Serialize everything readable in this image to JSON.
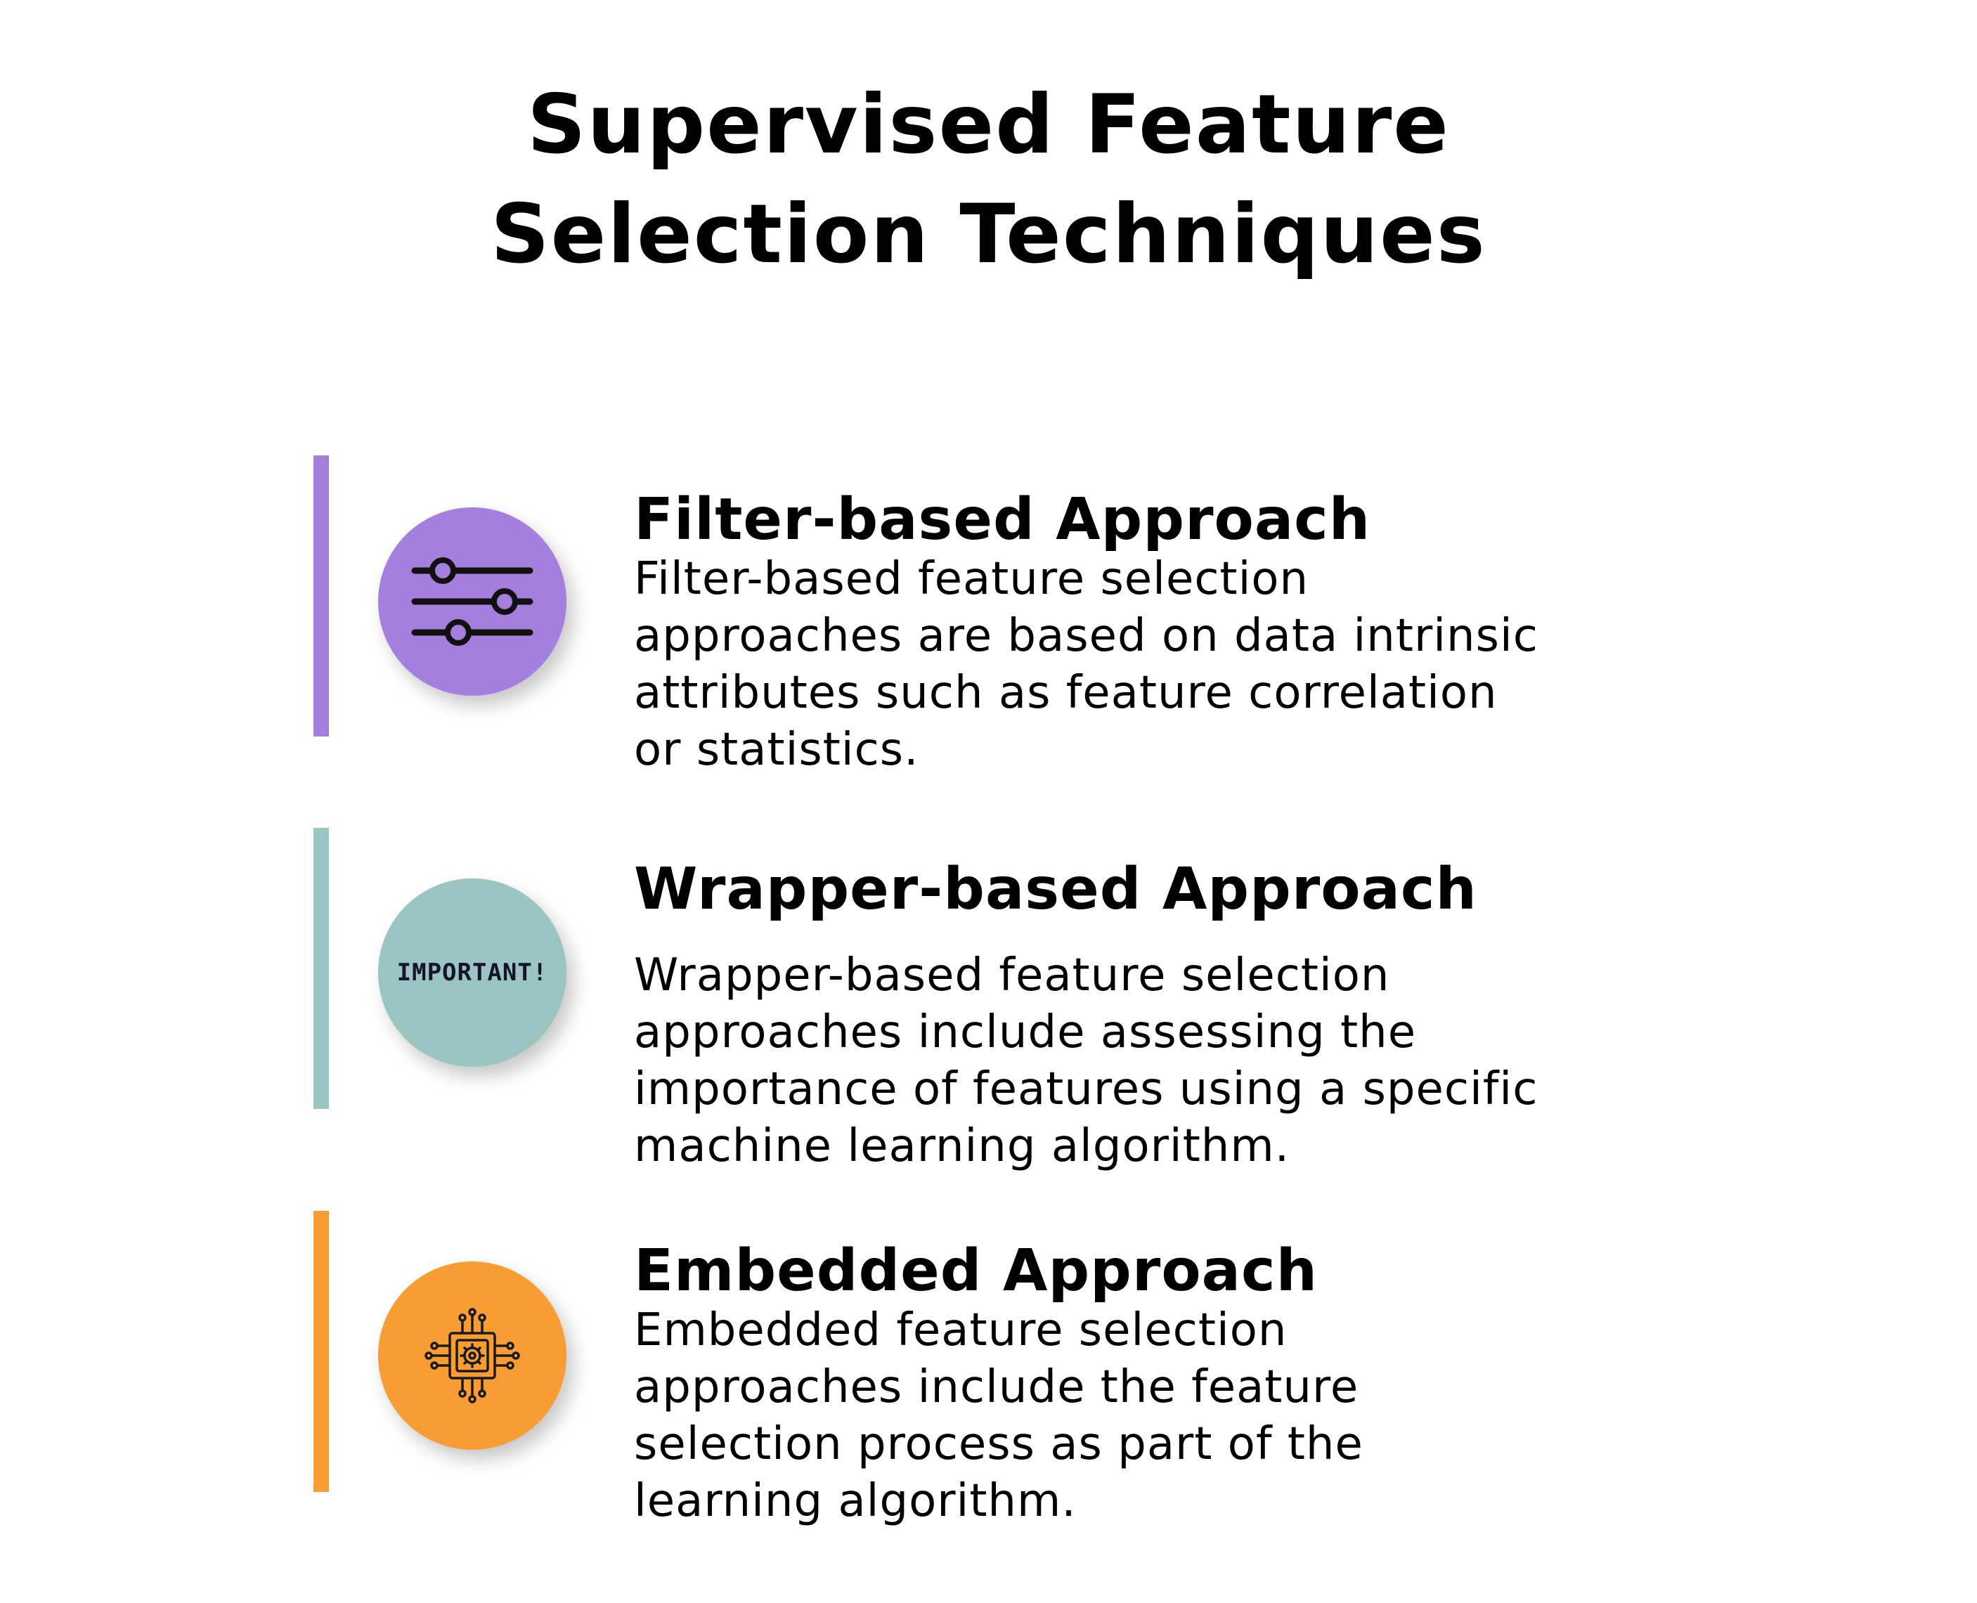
{
  "title": {
    "line1": "Supervised Feature",
    "line2": "Selection Techniques"
  },
  "sections": [
    {
      "heading": "Filter-based Approach",
      "lines": [
        "Filter-based feature selection",
        "approaches are based on data intrinsic",
        "attributes such as feature correlation",
        "or statistics."
      ],
      "color": "#a57fde",
      "icon": "sliders-icon"
    },
    {
      "heading": "Wrapper-based Approach",
      "lines": [
        "Wrapper-based feature selection",
        "approaches include assessing the",
        "importance of features using a specific",
        "machine learning algorithm."
      ],
      "color": "#9ac5c2",
      "icon": "important-sticker-icon",
      "icon_text": "IMPORTANT!"
    },
    {
      "heading": "Embedded Approach",
      "lines": [
        "Embedded feature selection",
        "approaches include the feature",
        "selection process as part of the",
        "learning algorithm."
      ],
      "color": "#f99c33",
      "icon": "chip-gear-icon"
    }
  ]
}
